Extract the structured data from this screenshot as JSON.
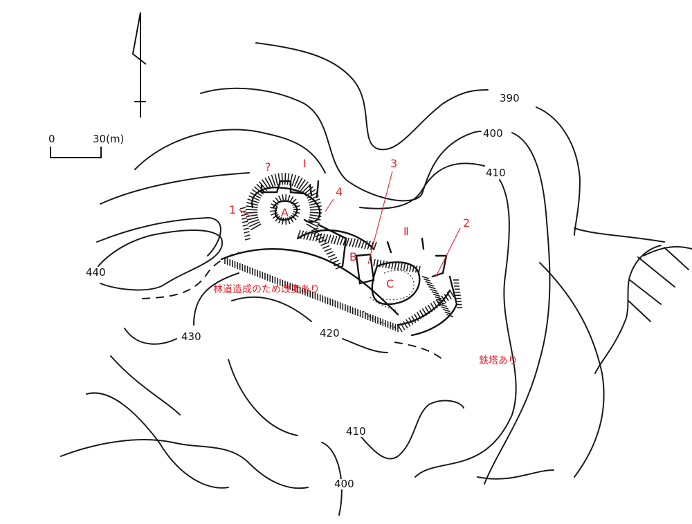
{
  "map": {
    "type": "castle-ruin-survey-map",
    "north_arrow": "north-arrow",
    "scale_bar": {
      "start_label": "0",
      "end_label": "30(m)"
    },
    "contour_labels": [
      {
        "id": "c390",
        "text": "390"
      },
      {
        "id": "c400a",
        "text": "400"
      },
      {
        "id": "c410a",
        "text": "410"
      },
      {
        "id": "c440",
        "text": "440"
      },
      {
        "id": "c430",
        "text": "430"
      },
      {
        "id": "c420",
        "text": "420"
      },
      {
        "id": "c410b",
        "text": "410"
      },
      {
        "id": "c400b",
        "text": "400"
      }
    ],
    "enclosures": [
      {
        "id": "A",
        "text": "A"
      },
      {
        "id": "B",
        "text": "B"
      },
      {
        "id": "C",
        "text": "C"
      }
    ],
    "zones": [
      {
        "id": "I",
        "text": "Ⅰ"
      },
      {
        "id": "II",
        "text": "Ⅱ"
      },
      {
        "id": "question",
        "text": "?"
      }
    ],
    "feature_numbers": [
      {
        "id": "1",
        "text": "1"
      },
      {
        "id": "2",
        "text": "2"
      },
      {
        "id": "3",
        "text": "3"
      },
      {
        "id": "4",
        "text": "4"
      }
    ],
    "notes": {
      "forest_road": "林道造成のため改変あり",
      "pylon": "鉄塔あり"
    },
    "colors": {
      "annotation": "#e8202a",
      "line": "#1a1a1a",
      "background": "#ffffff"
    }
  }
}
